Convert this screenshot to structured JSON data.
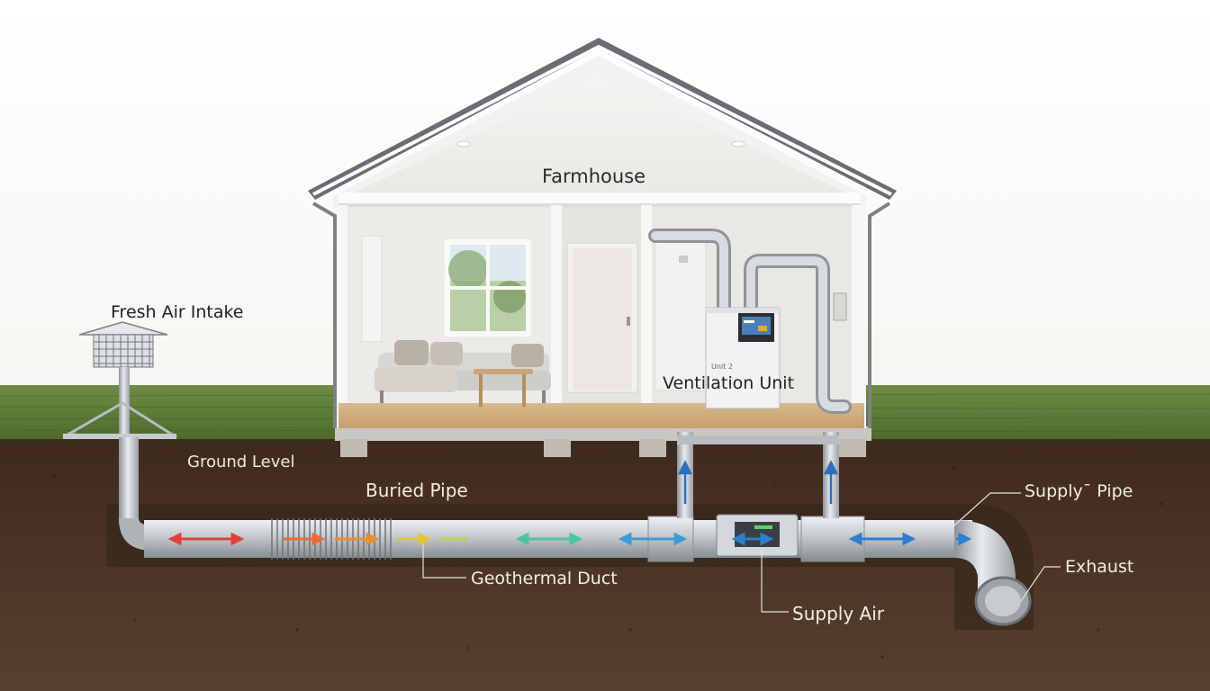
{
  "diagram": {
    "title": "Farmhouse",
    "labels": {
      "fresh_air_intake": "Fresh Air Intake",
      "ventilation_unit": "Ventilation Unit",
      "ground_level": "Ground Level",
      "buried_pipe": "Buried Pipe",
      "supply_pipe": "Supply¯ Pipe",
      "exhaust": "Exhaust",
      "geothermal_duct": "Geothermal Duct",
      "supply_air": "Supply Air"
    },
    "unit_badge": "Unit 2",
    "colors": {
      "sky": "#ffffff",
      "grass": "#5f7d3a",
      "soil": "#4a3323",
      "pipe": "#b9bdc2",
      "arrow_warm": "#e0413a",
      "arrow_mid": "#f0b43a",
      "arrow_cool": "#3d8ed8"
    }
  }
}
